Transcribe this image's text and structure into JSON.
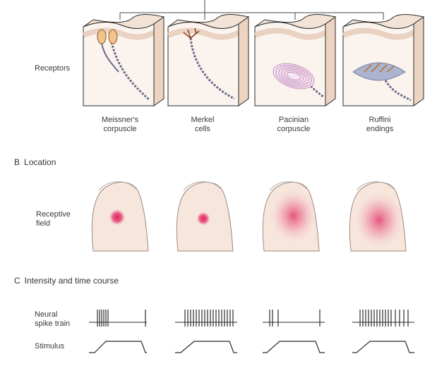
{
  "sections": {
    "b_letter": "B",
    "b_title": "Location",
    "c_letter": "C",
    "c_title": "Intensity and time course"
  },
  "row_labels": {
    "receptors": "Receptors",
    "receptive_field_1": "Receptive",
    "receptive_field_2": "field",
    "spike_1": "Neural",
    "spike_2": "spike train",
    "stimulus": "Stimulus"
  },
  "receptors": [
    {
      "line1": "Meissner's",
      "line2": "corpuscle"
    },
    {
      "line1": "Merkel",
      "line2": "cells"
    },
    {
      "line1": "Pacinian",
      "line2": "corpuscle"
    },
    {
      "line1": "Ruffini",
      "line2": "endings"
    }
  ],
  "colors": {
    "skin_top": "#f3e3d6",
    "skin_side": "#ecd3c2",
    "finger": "#f7e6dc",
    "field": "#e0245e",
    "nerve": "#6a6a86",
    "ink": "#2b2b2b"
  }
}
